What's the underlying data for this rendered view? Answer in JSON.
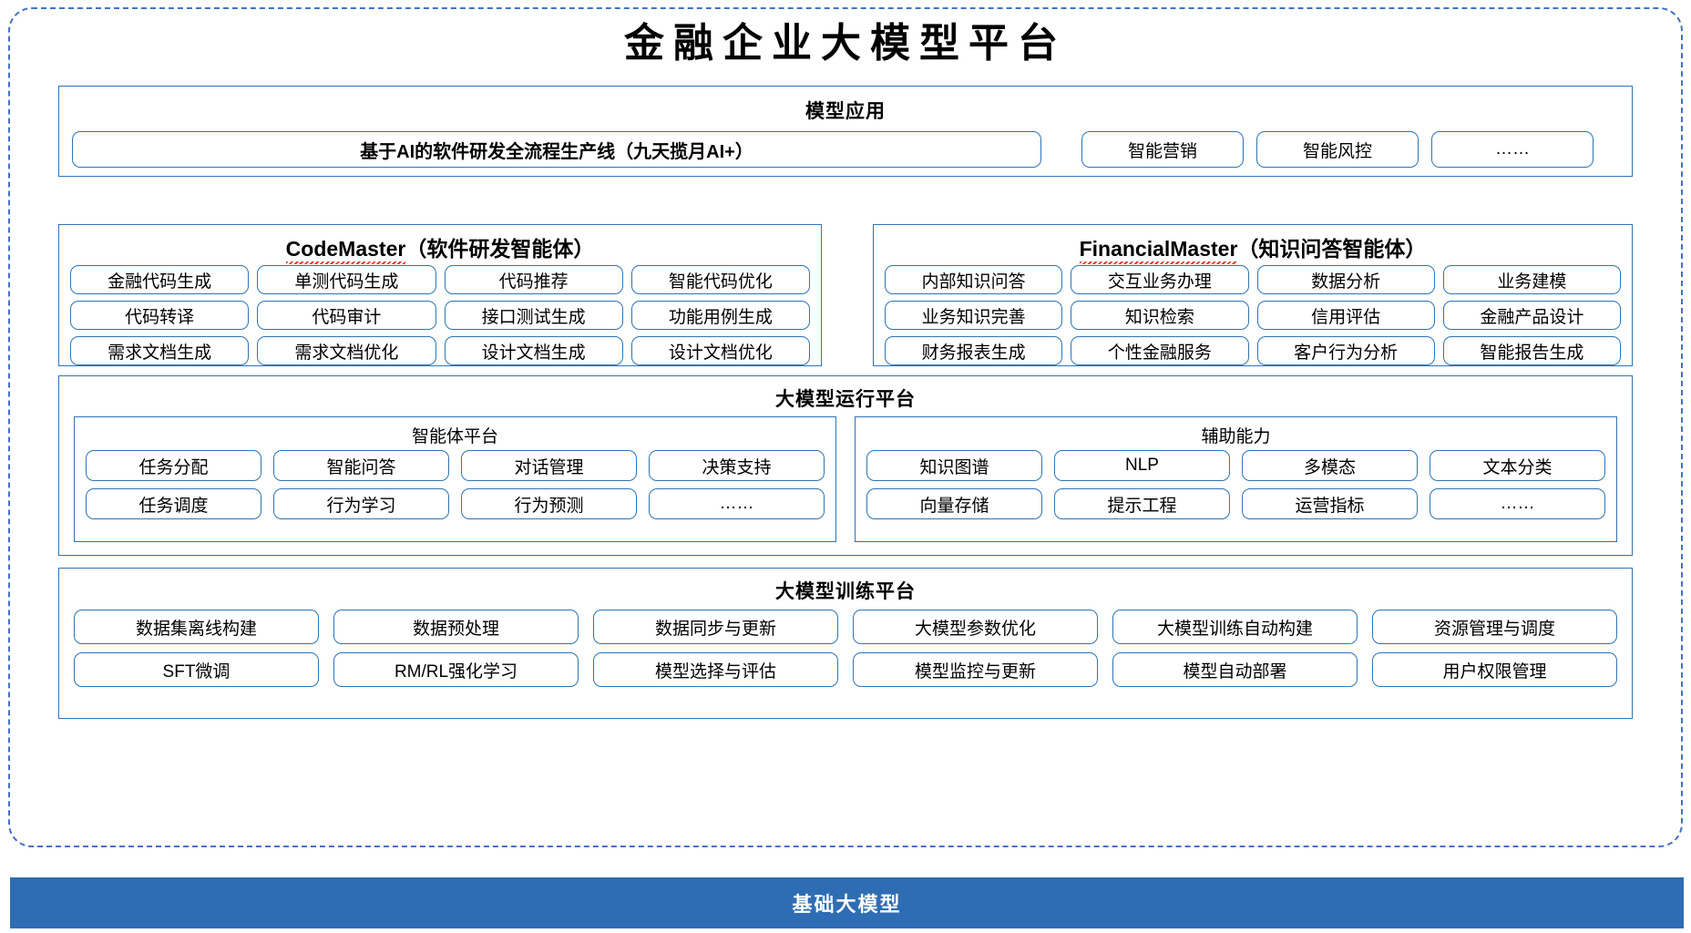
{
  "diagram": {
    "title": "金融企业大模型平台",
    "accent_border_color": "#4472C4",
    "box_border_color": "#2E74B5",
    "base_bar_color": "#2E6DB4",
    "spellcheck_underline_color": "#E23A2E"
  },
  "model_application": {
    "title": "模型应用",
    "main_chip": "基于AI的软件研发全流程生产线（九天揽月AI+）",
    "chips": [
      "智能营销",
      "智能风控",
      "……"
    ]
  },
  "code_master": {
    "name": "CodeMaster",
    "suffix": "（软件研发智能体）",
    "rows": [
      [
        "金融代码生成",
        "单测代码生成",
        "代码推荐",
        "智能代码优化"
      ],
      [
        "代码转译",
        "代码审计",
        "接口测试生成",
        "功能用例生成"
      ],
      [
        "需求文档生成",
        "需求文档优化",
        "设计文档生成",
        "设计文档优化"
      ]
    ]
  },
  "financial_master": {
    "name": "FinancialMaster",
    "suffix": "（知识问答智能体）",
    "rows": [
      [
        "内部知识问答",
        "交互业务办理",
        "数据分析",
        "业务建模"
      ],
      [
        "业务知识完善",
        "知识检索",
        "信用评估",
        "金融产品设计"
      ],
      [
        "财务报表生成",
        "个性金融服务",
        "客户行为分析",
        "智能报告生成"
      ]
    ]
  },
  "runtime_platform": {
    "title": "大模型运行平台",
    "panels": [
      {
        "title": "智能体平台",
        "rows": [
          [
            "任务分配",
            "智能问答",
            "对话管理",
            "决策支持"
          ],
          [
            "任务调度",
            "行为学习",
            "行为预测",
            "……"
          ]
        ]
      },
      {
        "title": "辅助能力",
        "rows": [
          [
            "知识图谱",
            "NLP",
            "多模态",
            "文本分类"
          ],
          [
            "向量存储",
            "提示工程",
            "运营指标",
            "……"
          ]
        ]
      }
    ]
  },
  "training_platform": {
    "title": "大模型训练平台",
    "rows": [
      [
        "数据集离线构建",
        "数据预处理",
        "数据同步与更新",
        "大模型参数优化",
        "大模型训练自动构建",
        "资源管理与调度"
      ],
      [
        "SFT微调",
        "RM/RL强化学习",
        "模型选择与评估",
        "模型监控与更新",
        "模型自动部署",
        "用户权限管理"
      ]
    ]
  },
  "base_model": {
    "label": "基础大模型"
  }
}
